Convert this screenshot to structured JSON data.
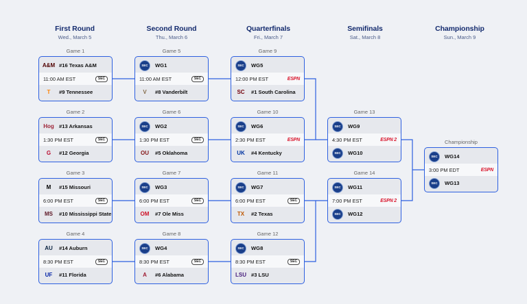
{
  "rounds": [
    {
      "title": "First Round",
      "date": "Wed., March 5"
    },
    {
      "title": "Second Round",
      "date": "Thu., March 6"
    },
    {
      "title": "Quarterfinals",
      "date": "Fri., March 7"
    },
    {
      "title": "Semifinals",
      "date": "Sat., March 8"
    },
    {
      "title": "Championship",
      "date": "Sun., March 9"
    }
  ],
  "games": [
    {
      "label": "Game 1",
      "time": "11:00 AM EST",
      "network": "SEC",
      "teams": [
        {
          "name": "#16 Texas A&M",
          "logo": "texas-am-logo",
          "color": "#500000",
          "glyph": "A&M"
        },
        {
          "name": "#9 Tennessee",
          "logo": "tennessee-logo",
          "color": "#ff8200",
          "glyph": "T"
        }
      ]
    },
    {
      "label": "Game 2",
      "time": "1:30 PM EST",
      "network": "SEC",
      "teams": [
        {
          "name": "#13 Arkansas",
          "logo": "arkansas-logo",
          "color": "#9d2235",
          "glyph": "Hog"
        },
        {
          "name": "#12 Georgia",
          "logo": "georgia-logo",
          "color": "#ba0c2f",
          "glyph": "G"
        }
      ]
    },
    {
      "label": "Game 3",
      "time": "6:00 PM EST",
      "network": "SEC",
      "teams": [
        {
          "name": "#15 Missouri",
          "logo": "missouri-logo",
          "color": "#000000",
          "glyph": "M"
        },
        {
          "name": "#10 Mississippi State",
          "logo": "mississippi-state-logo",
          "color": "#5d1725",
          "glyph": "MS"
        }
      ]
    },
    {
      "label": "Game 4",
      "time": "8:30 PM EST",
      "network": "SEC",
      "teams": [
        {
          "name": "#14 Auburn",
          "logo": "auburn-logo",
          "color": "#0c2340",
          "glyph": "AU"
        },
        {
          "name": "#11 Florida",
          "logo": "florida-logo",
          "color": "#0021a5",
          "glyph": "UF"
        }
      ]
    },
    {
      "label": "Game 5",
      "time": "11:00 AM EST",
      "network": "SEC",
      "teams": [
        {
          "name": "WG1",
          "logo": "tournament-logo",
          "color": "#1a3f8a",
          "glyph": "SEC"
        },
        {
          "name": "#8 Vanderbilt",
          "logo": "vanderbilt-logo",
          "color": "#866d4b",
          "glyph": "V"
        }
      ]
    },
    {
      "label": "Game 6",
      "time": "1:30 PM EST",
      "network": "SEC",
      "teams": [
        {
          "name": "WG2",
          "logo": "tournament-logo",
          "color": "#1a3f8a",
          "glyph": "SEC"
        },
        {
          "name": "#5 Oklahoma",
          "logo": "oklahoma-logo",
          "color": "#841617",
          "glyph": "OU"
        }
      ]
    },
    {
      "label": "Game 7",
      "time": "6:00 PM EST",
      "network": "SEC",
      "teams": [
        {
          "name": "WG3",
          "logo": "tournament-logo",
          "color": "#1a3f8a",
          "glyph": "SEC"
        },
        {
          "name": "#7 Ole Miss",
          "logo": "ole-miss-logo",
          "color": "#ce1126",
          "glyph": "OM"
        }
      ]
    },
    {
      "label": "Game 8",
      "time": "8:30 PM EST",
      "network": "SEC",
      "teams": [
        {
          "name": "WG4",
          "logo": "tournament-logo",
          "color": "#1a3f8a",
          "glyph": "SEC"
        },
        {
          "name": "#6 Alabama",
          "logo": "alabama-logo",
          "color": "#9e1b32",
          "glyph": "A"
        }
      ]
    },
    {
      "label": "Game 9",
      "time": "12:00 PM EST",
      "network": "ESPN",
      "teams": [
        {
          "name": "WG5",
          "logo": "tournament-logo",
          "color": "#1a3f8a",
          "glyph": "SEC"
        },
        {
          "name": "#1 South Carolina",
          "logo": "south-carolina-logo",
          "color": "#73000a",
          "glyph": "SC"
        }
      ]
    },
    {
      "label": "Game 10",
      "time": "2:30 PM EST",
      "network": "ESPN",
      "teams": [
        {
          "name": "WG6",
          "logo": "tournament-logo",
          "color": "#1a3f8a",
          "glyph": "SEC"
        },
        {
          "name": "#4 Kentucky",
          "logo": "kentucky-logo",
          "color": "#0033a0",
          "glyph": "UK"
        }
      ]
    },
    {
      "label": "Game 11",
      "time": "6:00 PM EST",
      "network": "SEC",
      "teams": [
        {
          "name": "WG7",
          "logo": "tournament-logo",
          "color": "#1a3f8a",
          "glyph": "SEC"
        },
        {
          "name": "#2 Texas",
          "logo": "texas-logo",
          "color": "#bf5700",
          "glyph": "TX"
        }
      ]
    },
    {
      "label": "Game 12",
      "time": "8:30 PM EST",
      "network": "SEC",
      "teams": [
        {
          "name": "WG8",
          "logo": "tournament-logo",
          "color": "#1a3f8a",
          "glyph": "SEC"
        },
        {
          "name": "#3 LSU",
          "logo": "lsu-logo",
          "color": "#461d7c",
          "glyph": "LSU"
        }
      ]
    },
    {
      "label": "Game 13",
      "time": "4:30 PM EST",
      "network": "ESPN2",
      "teams": [
        {
          "name": "WG9",
          "logo": "tournament-logo",
          "color": "#1a3f8a",
          "glyph": "SEC"
        },
        {
          "name": "WG10",
          "logo": "tournament-logo",
          "color": "#1a3f8a",
          "glyph": "SEC"
        }
      ]
    },
    {
      "label": "Game 14",
      "time": "7:00 PM EST",
      "network": "ESPN2",
      "teams": [
        {
          "name": "WG11",
          "logo": "tournament-logo",
          "color": "#1a3f8a",
          "glyph": "SEC"
        },
        {
          "name": "WG12",
          "logo": "tournament-logo",
          "color": "#1a3f8a",
          "glyph": "SEC"
        }
      ]
    },
    {
      "label": "Championship",
      "time": "3:00 PM EDT",
      "network": "ESPN",
      "teams": [
        {
          "name": "WG14",
          "logo": "tournament-logo",
          "color": "#1a3f8a",
          "glyph": "SEC"
        },
        {
          "name": "WG13",
          "logo": "tournament-logo",
          "color": "#1a3f8a",
          "glyph": "SEC"
        }
      ]
    }
  ],
  "networks": {
    "SEC": "SEC",
    "ESPN": "ESPN",
    "ESPN2": "ESPN 2"
  },
  "colors": {
    "accent": "#2c5fe0",
    "line": "#2c5fe0",
    "espn": "#d9142b"
  }
}
